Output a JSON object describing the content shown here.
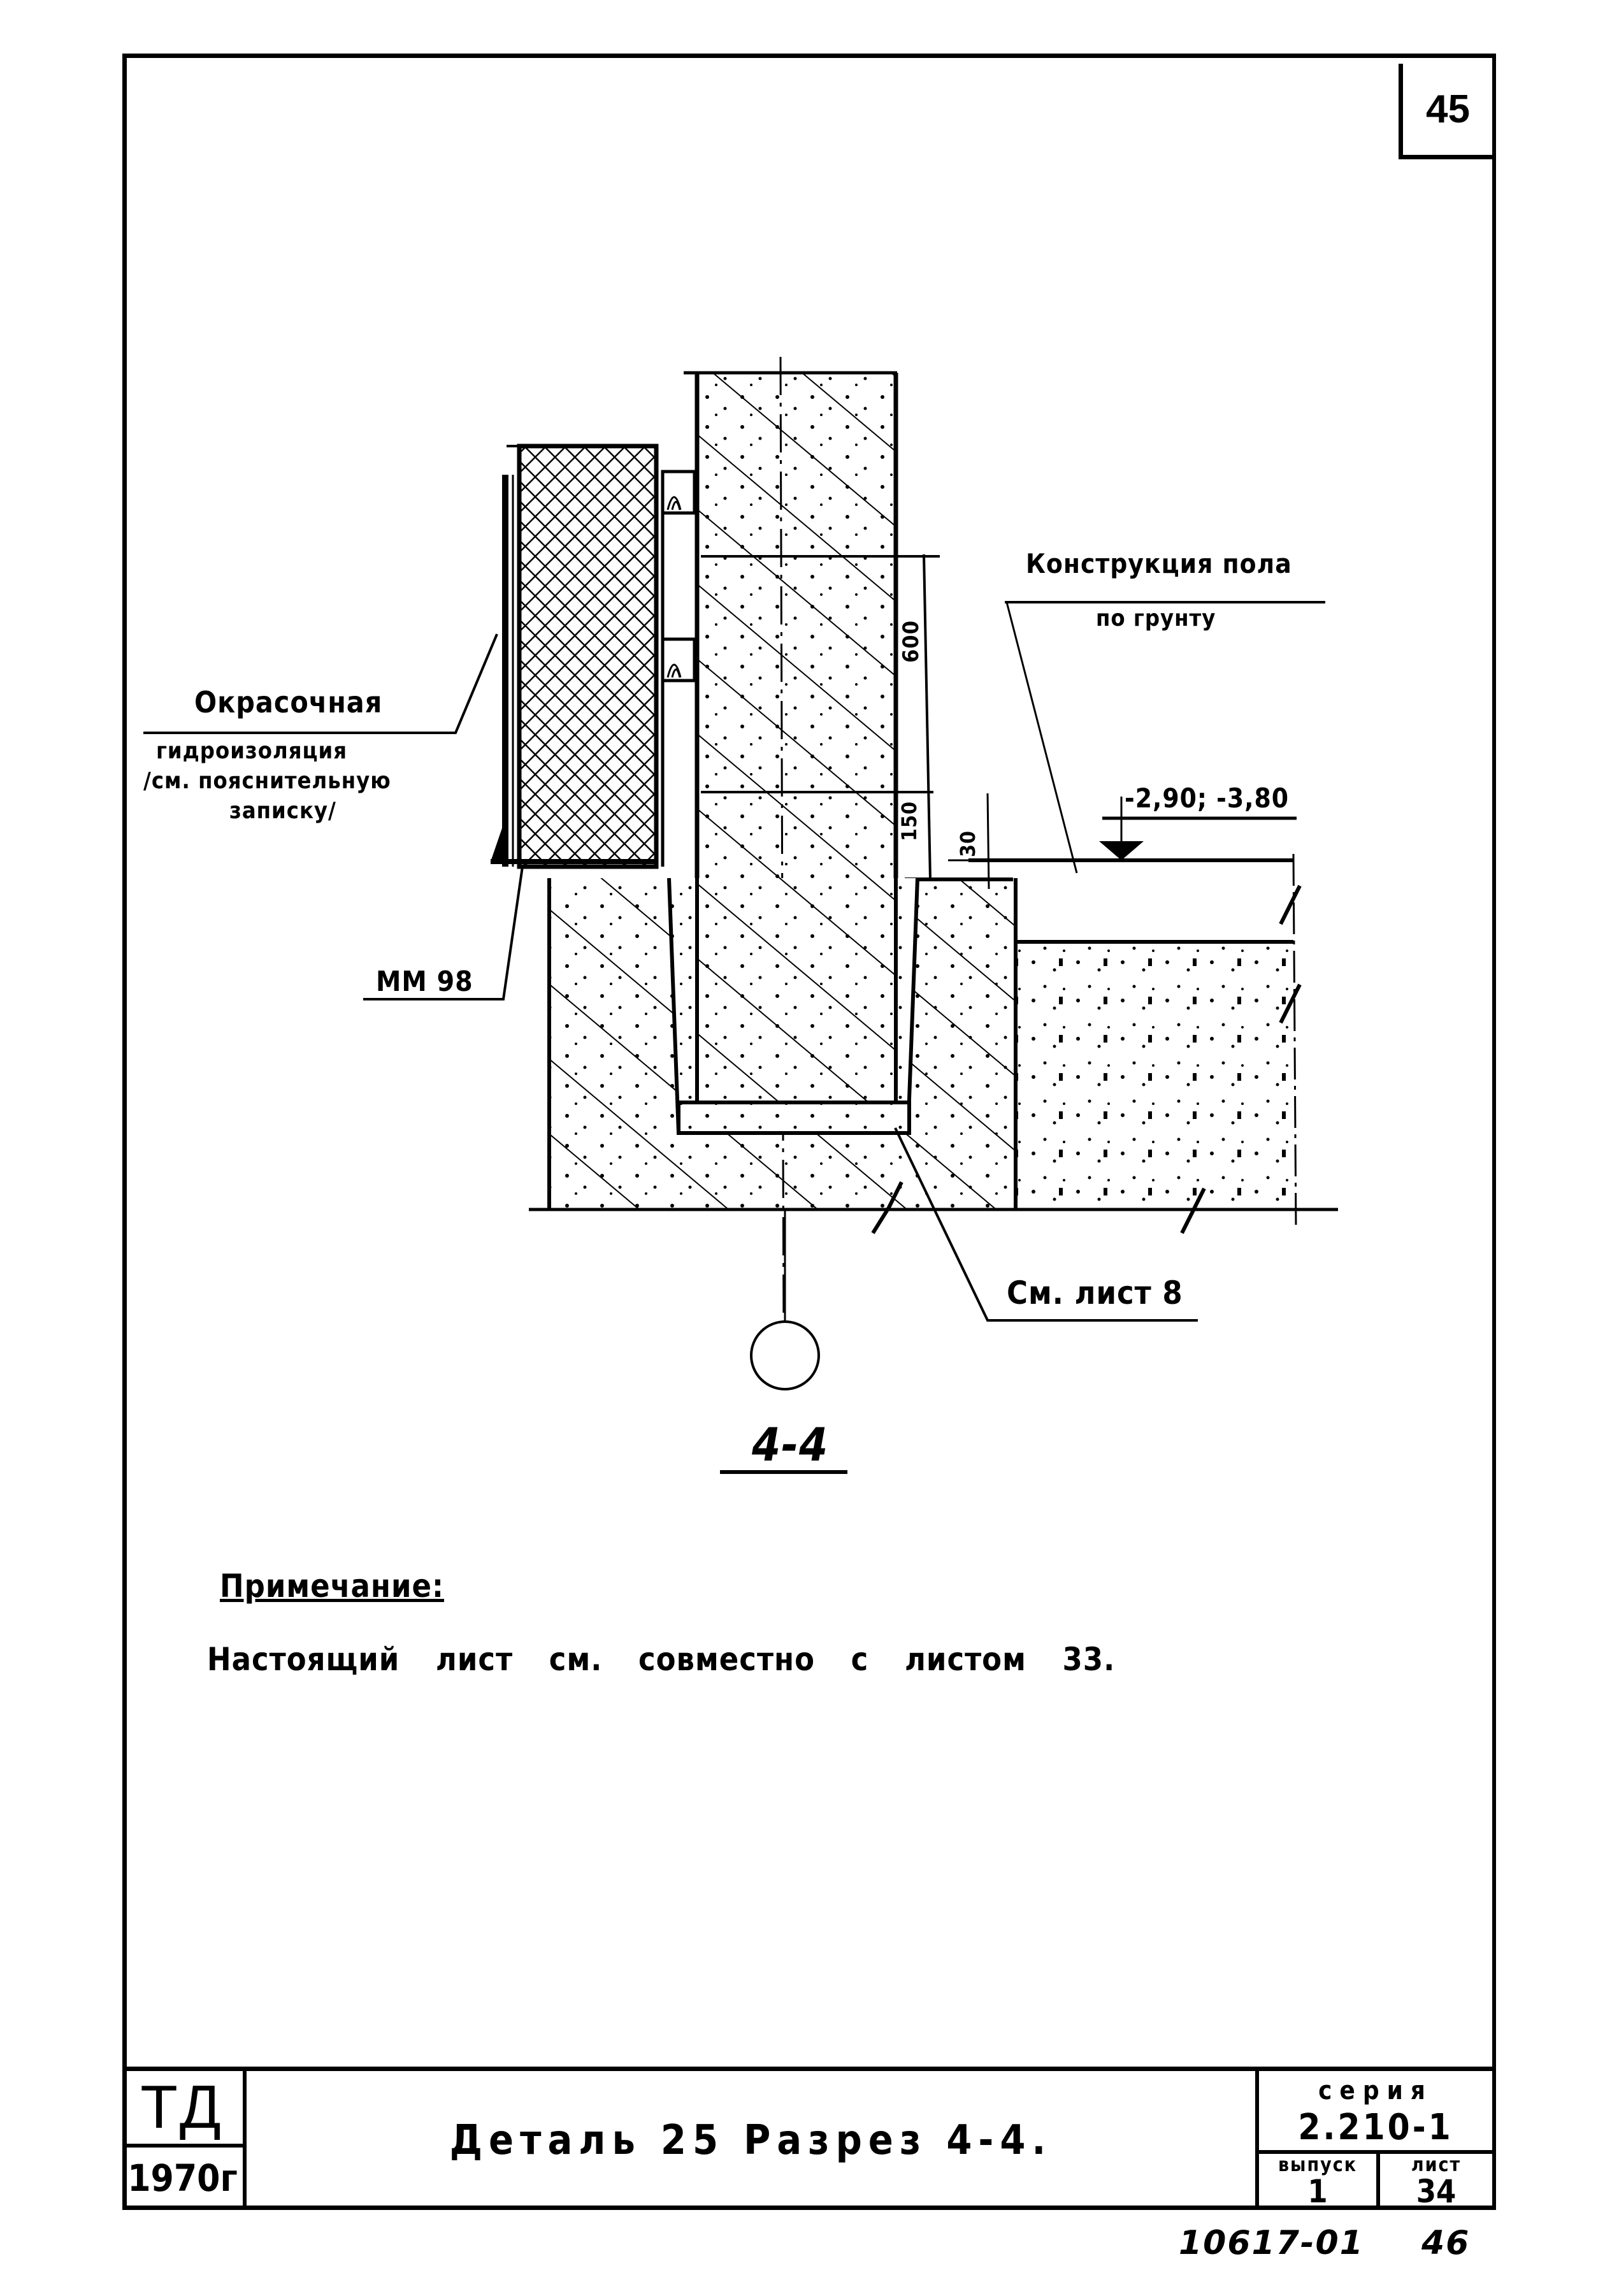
{
  "sheet": {
    "corner_number": "45",
    "stamp_bottom": "10617-01",
    "stamp_bottom_page": "46"
  },
  "drawing": {
    "section_label": "4-4",
    "labels": {
      "painted_waterproofing_line1": "Окрасочная",
      "painted_waterproofing_line2": "гидроизоляция",
      "painted_waterproofing_line3": "/см. пояснительную",
      "painted_waterproofing_line4": "записку/",
      "floor_construction_line1": "Конструкция пола",
      "floor_construction_line2": "по грунту",
      "elevation": "-2,90; -3,80",
      "mark_mm": "ММ 98",
      "see_sheet": "См. лист 8"
    },
    "dimensions": {
      "d600": "600",
      "d150": "150",
      "d30": "30"
    }
  },
  "note": {
    "title": "Примечание:",
    "text": "Настоящий лист см. совместно с листом 33."
  },
  "title_block": {
    "org": "ТД",
    "year": "1970г",
    "title": "Деталь 25  Разрез 4-4.",
    "series_label": "серия",
    "series_value": "2.210-1",
    "issue_label": "выпуск",
    "issue_value": "1",
    "sheet_label": "лист",
    "sheet_value": "34"
  }
}
